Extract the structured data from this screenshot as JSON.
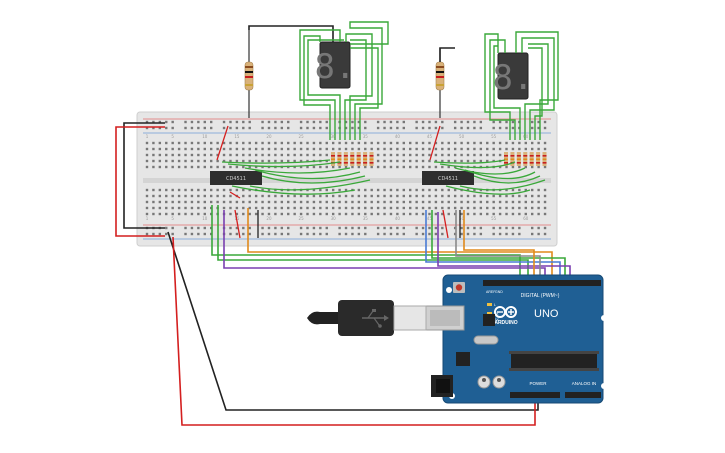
{
  "chips": [
    {
      "label": "CD4511"
    },
    {
      "label": "CD4511"
    }
  ],
  "displays": [
    {
      "digit": "8."
    },
    {
      "digit": "8."
    }
  ],
  "arduino": {
    "logo_text": "ARDUINO",
    "model": "UNO",
    "digital_label": "DIGITAL (PWM~)",
    "power_label": "POWER",
    "analog_label": "ANALOG IN",
    "aref_label": "AREF",
    "gnd_label": "GND",
    "led_l": "L",
    "led_tx": "TX",
    "led_rx": "RX"
  },
  "breadboard": {
    "col_labels": [
      "1",
      "5",
      "10",
      "15",
      "20",
      "25",
      "30",
      "35",
      "40",
      "45",
      "50",
      "55",
      "60"
    ]
  },
  "colors": {
    "wire_black": "#222222",
    "wire_red": "#d41f1f",
    "wire_green": "#3aa83a",
    "wire_orange": "#e08a1c",
    "wire_purple": "#7a3fb0",
    "wire_blue": "#4a7bd4",
    "wire_gray": "#8a8a8a",
    "arduino_blue": "#1f5f94",
    "breadboard": "#e4e4e4"
  }
}
